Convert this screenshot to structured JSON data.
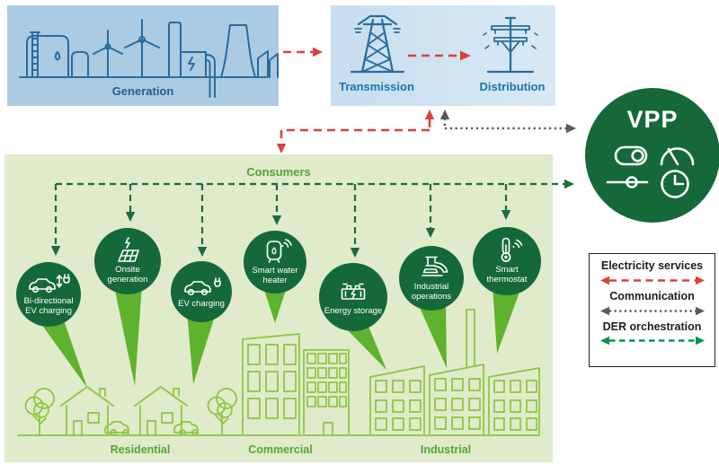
{
  "boxes": {
    "generation": {
      "label": "Generation"
    },
    "transmission": {
      "label": "Transmission"
    },
    "distribution": {
      "label": "Distribution"
    }
  },
  "consumers": {
    "title": "Consumers",
    "sectors": [
      "Residential",
      "Commercial",
      "Industrial"
    ]
  },
  "devices": [
    {
      "label": "Bi-directional EV charging",
      "icon": "bidirectional-ev-charging-icon"
    },
    {
      "label": "Onsite generation",
      "icon": "solar-panel-icon"
    },
    {
      "label": "EV charging",
      "icon": "ev-charging-icon"
    },
    {
      "label": "Smart water heater",
      "icon": "water-heater-icon"
    },
    {
      "label": "Energy storage",
      "icon": "battery-icon"
    },
    {
      "label": "Industrial operations",
      "icon": "industrial-machine-icon"
    },
    {
      "label": "Smart thermostat",
      "icon": "thermostat-icon"
    }
  ],
  "vpp": {
    "label": "VPP",
    "icons": [
      "toggle-icon",
      "gauge-icon",
      "slider-icon",
      "clock-icon"
    ]
  },
  "legend": {
    "items": [
      {
        "label": "Electricity services",
        "style": "red-dashed-arrow"
      },
      {
        "label": "Communication",
        "style": "gray-dotted-arrow"
      },
      {
        "label": "DER orchestration",
        "style": "green-dashed-arrow"
      }
    ]
  },
  "colors": {
    "electricity_red": "#dd4037",
    "communication_gray": "#595a5c",
    "der_green_legend": "#00964b",
    "der_green_diagram": "#1e6b3a",
    "circle_green": "#156939",
    "pin_green": "#5eb22d",
    "consumers_bg": "#e0ebcb",
    "generation_bg": "#abcbe2",
    "transmission_bg": "#c7deee",
    "ink_blue": "#2a6b9d",
    "scenery_green": "#8cc540"
  }
}
